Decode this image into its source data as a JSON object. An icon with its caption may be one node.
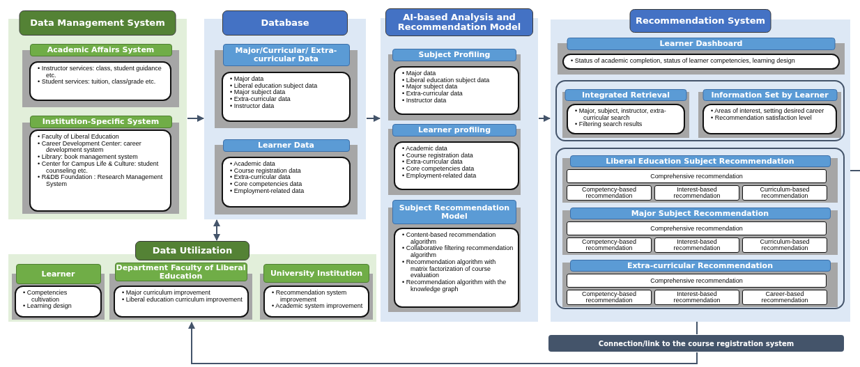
{
  "diagram": {
    "nodes": [
      {
        "text": [
          "Data Management System"
        ]
      },
      {
        "text": [
          "Academic Affairs System"
        ],
        "in": 0
      },
      {
        "text": [
          "• Instructor services: class, student guidance etc.",
          "• Student services: tuition, class/grade etc."
        ],
        "in": 1
      },
      {
        "text": [
          "Institution-Specific System"
        ],
        "in": 0
      },
      {
        "text": [
          "• Faculty of Liberal Education",
          "• Career Development Center: career development system",
          "• Library: book management system",
          "• Center for Campus Life & Culture: student counseling etc.",
          "• R&DB Foundation : Research Management System"
        ],
        "in": 3
      },
      {
        "text": [
          "Database"
        ]
      },
      {
        "text": [
          "Major/Curricular/ Extra-curricular Data"
        ],
        "in": 5
      },
      {
        "text": [
          "• Major data",
          "• Liberal education subject data",
          "• Major subject data",
          "• Extra-curricular data",
          "• Instructor data"
        ],
        "in": 6
      },
      {
        "text": [
          "Learner Data"
        ],
        "in": 5
      },
      {
        "text": [
          "• Academic data",
          "• Course registration data",
          "• Extra-curricular data",
          "• Core competencies data",
          "• Employment-related data"
        ],
        "in": 8
      },
      {
        "text": [
          "AI-based Analysis and Recommendation Model"
        ]
      },
      {
        "text": [
          "Subject Profiling"
        ],
        "in": 10
      },
      {
        "text": [
          "• Major data",
          "• Liberal education subject data",
          "• Major subject data",
          "• Extra-curricular data",
          "• Instructor data"
        ],
        "in": 11
      },
      {
        "text": [
          "Learner profiling"
        ],
        "in": 10
      },
      {
        "text": [
          "• Academic data",
          "• Course registration data",
          "• Extra-curricular data",
          "• Core competencies data",
          "• Employment-related data"
        ],
        "in": 13
      },
      {
        "text": [
          "Subject Recommendation Model"
        ],
        "in": 10
      },
      {
        "text": [
          "• Content-based recommendation algorithm",
          "• Collaborative filtering recommendation algorithm",
          "• Recommendation algorithm with matrix factorization of course evaluation",
          "• Recommendation algorithm with the knowledge graph"
        ],
        "in": 15
      },
      {
        "text": [
          "Recommendation System"
        ]
      },
      {
        "text": [
          "Learner Dashboard"
        ],
        "in": 17
      },
      {
        "text": [
          "• Status of academic completion, status of learner competencies, learning design"
        ],
        "in": 18
      },
      {
        "text": [],
        "shape": "box",
        "in": 17
      },
      {
        "text": [
          "Integrated Retrieval"
        ],
        "in": 20
      },
      {
        "text": [
          "• Major, subject, instructor, extra-curricular search",
          "• Filtering search results"
        ],
        "in": 21
      },
      {
        "text": [
          "Information Set by Learner"
        ],
        "in": 20
      },
      {
        "text": [
          "• Areas of interest, setting desired career",
          "• Recommendation satisfaction level"
        ],
        "in": 23
      },
      {
        "text": [],
        "shape": "box",
        "in": 17
      },
      {
        "text": [
          "Liberal Education Subject Recommendation"
        ],
        "in": 25
      },
      {
        "text": [
          "Comprehensive recommendation"
        ],
        "in": 26
      },
      {
        "text": [
          "Competency-based recommendation"
        ],
        "in": 26
      },
      {
        "text": [
          "Interest-based recommendation"
        ],
        "in": 26
      },
      {
        "text": [
          "Curriculum-based recommendation"
        ],
        "in": 26
      },
      {
        "text": [
          "Major Subject Recommendation"
        ],
        "in": 25
      },
      {
        "text": [
          "Comprehensive recommendation"
        ],
        "in": 31
      },
      {
        "text": [
          "Competency-based recommendation"
        ],
        "in": 31
      },
      {
        "text": [
          "Interest-based recommendation"
        ],
        "in": 31
      },
      {
        "text": [
          "Curriculum-based recommendation"
        ],
        "in": 31
      },
      {
        "text": [
          "Extra-curricular Recommendation"
        ],
        "in": 25
      },
      {
        "text": [
          "Comprehensive recommendation"
        ],
        "in": 36
      },
      {
        "text": [
          "Competency-based recommendation"
        ],
        "in": 36
      },
      {
        "text": [
          "Interest-based recommendation"
        ],
        "in": 36
      },
      {
        "text": [
          "Career-based recommendation"
        ],
        "in": 36
      },
      {
        "text": [
          "Connection/link to the course registration system"
        ]
      },
      {
        "text": [
          "Data Utilization"
        ]
      },
      {
        "text": [
          "Learner"
        ],
        "in": 42
      },
      {
        "text": [
          "• Competencies cultivation",
          "• Learning design"
        ],
        "in": 43
      },
      {
        "text": [
          "Department Faculty of Liberal Education"
        ],
        "in": 42
      },
      {
        "text": [
          "• Major curriculum improvement",
          "• Liberal education curriculum improvement"
        ],
        "in": 45
      },
      {
        "text": [
          "University Institution"
        ],
        "in": 42
      },
      {
        "text": [
          "• Recommendation system improvement",
          "• Academic system improvement"
        ],
        "in": 47
      }
    ],
    "edges": [
      {
        "from": 0,
        "to": 5,
        "arrow": "to"
      },
      {
        "from": 5,
        "to": 10,
        "arrow": "to"
      },
      {
        "from": 10,
        "to": 17,
        "arrow": "to"
      },
      {
        "from": 5,
        "to": 42,
        "arrow": "both"
      },
      {
        "from": 25,
        "to": 41,
        "arrow": "none"
      },
      {
        "from": 41,
        "to": 42,
        "arrow": "to"
      },
      {
        "from": 25,
        "to": null,
        "arrow": "none"
      }
    ]
  }
}
